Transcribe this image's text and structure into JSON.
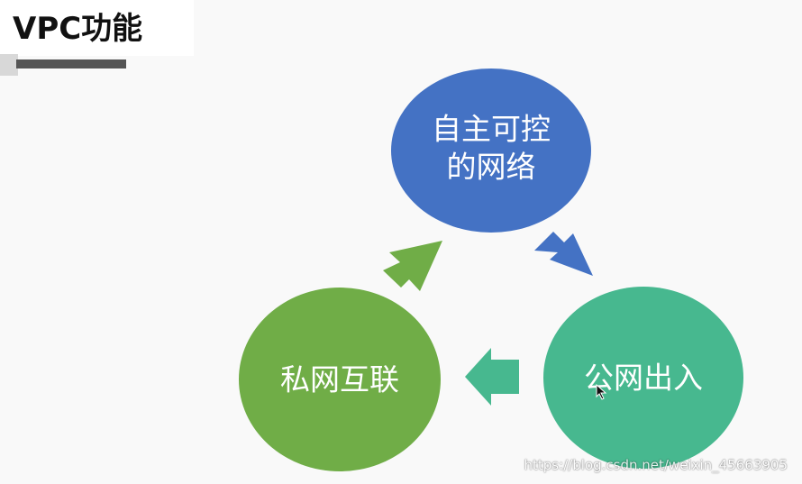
{
  "title": "VPC功能",
  "nodes": {
    "top": {
      "line1": "自主可控",
      "line2": "的网络",
      "color": "#4472c4"
    },
    "right": {
      "label": "公网出入",
      "color": "#47b88f"
    },
    "left": {
      "label": "私网互联",
      "color": "#70ad47"
    }
  },
  "arrows": {
    "top_to_right": {
      "color": "#4472c4",
      "icon": "arrow-down-right-icon"
    },
    "right_to_left": {
      "color": "#47b88f",
      "icon": "arrow-left-icon"
    },
    "left_to_top": {
      "color": "#70ad47",
      "icon": "arrow-up-right-icon"
    }
  },
  "watermark": "https://blog.csdn.net/weixin_45663905"
}
